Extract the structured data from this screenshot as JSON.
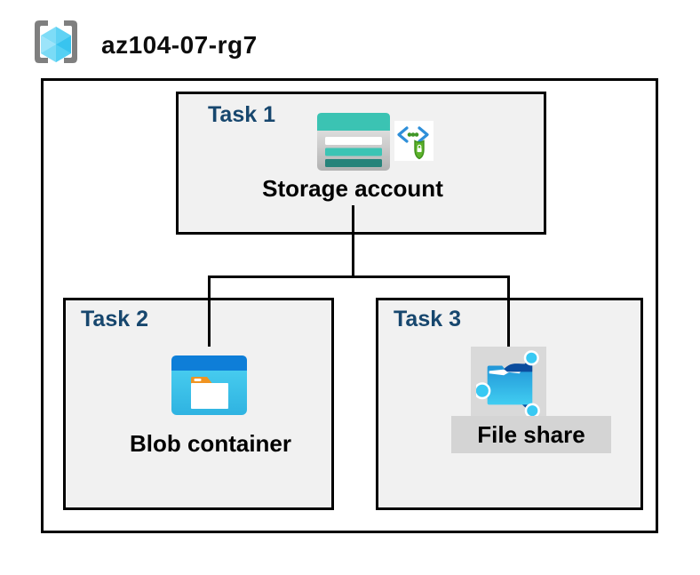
{
  "header": {
    "resource_group_name": "az104-07-rg7",
    "icon": "resource-group-icon"
  },
  "diagram": {
    "tasks": [
      {
        "label": "Task 1",
        "node_label": "Storage account",
        "icons": [
          "storage-account-icon",
          "sas-shield-icon"
        ]
      },
      {
        "label": "Task 2",
        "node_label": "Blob container",
        "icons": [
          "blob-container-icon"
        ]
      },
      {
        "label": "Task 3",
        "node_label": "File share",
        "icons": [
          "file-share-icon"
        ]
      }
    ],
    "connections": [
      {
        "from": "Storage account",
        "to": "Blob container"
      },
      {
        "from": "Storage account",
        "to": "File share"
      }
    ],
    "colors": {
      "task_label": "#17476e",
      "box_fill": "#f1f1f1",
      "box_border": "#000000",
      "storage_teal": "#3bc3b3",
      "storage_teal_dark": "#27837a",
      "blob_header_blue": "#0e7ed8",
      "blob_body_cyan": "#3fc9ef",
      "folder_tab_orange": "#f09421",
      "fileshare_navy": "#0b4c9d",
      "fileshare_cyan": "#38c4ef",
      "shield_green": "#5cb22a",
      "bracket_gray": "#7f7f7f",
      "cube_blue": "#7edcf7",
      "highlight_gray": "#d9d9d9"
    }
  }
}
